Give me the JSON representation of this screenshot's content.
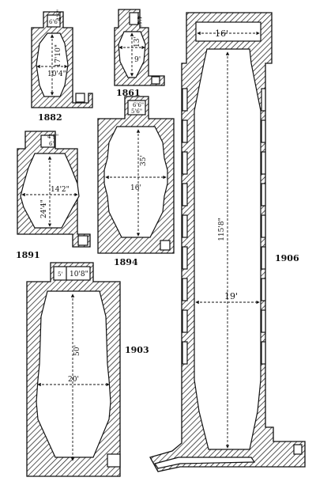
{
  "furnaces": [
    {
      "id": "f1882",
      "year": "1882",
      "top_dim": "6'6\"",
      "top_dim_side": "4'6\"",
      "height_dim": "17'10\"",
      "bosh_dim": "10'4\""
    },
    {
      "id": "f1861",
      "year": "1861",
      "top_dim": "4'4\"",
      "height_dim": "13'",
      "bosh_dim": "9'"
    },
    {
      "id": "f1891",
      "year": "1891",
      "top_dim": "6'",
      "top_dim_side": "4'9\"",
      "height_dim": "24'4\"",
      "bosh_dim": "14'2\""
    },
    {
      "id": "f1894",
      "year": "1894",
      "top_dim": "6'6\"",
      "top_dim_side": "5'6\"",
      "height_dim": "35'",
      "bosh_dim": "16'"
    },
    {
      "id": "f1903",
      "year": "1903",
      "top_dim": "10'8\"",
      "top_dim_side": "5'",
      "height_dim": "50'",
      "bosh_dim": "20'"
    },
    {
      "id": "f1906",
      "year": "1906",
      "top_dim": "16'",
      "height_dim": "115'8\"",
      "bosh_dim": "19'"
    }
  ]
}
